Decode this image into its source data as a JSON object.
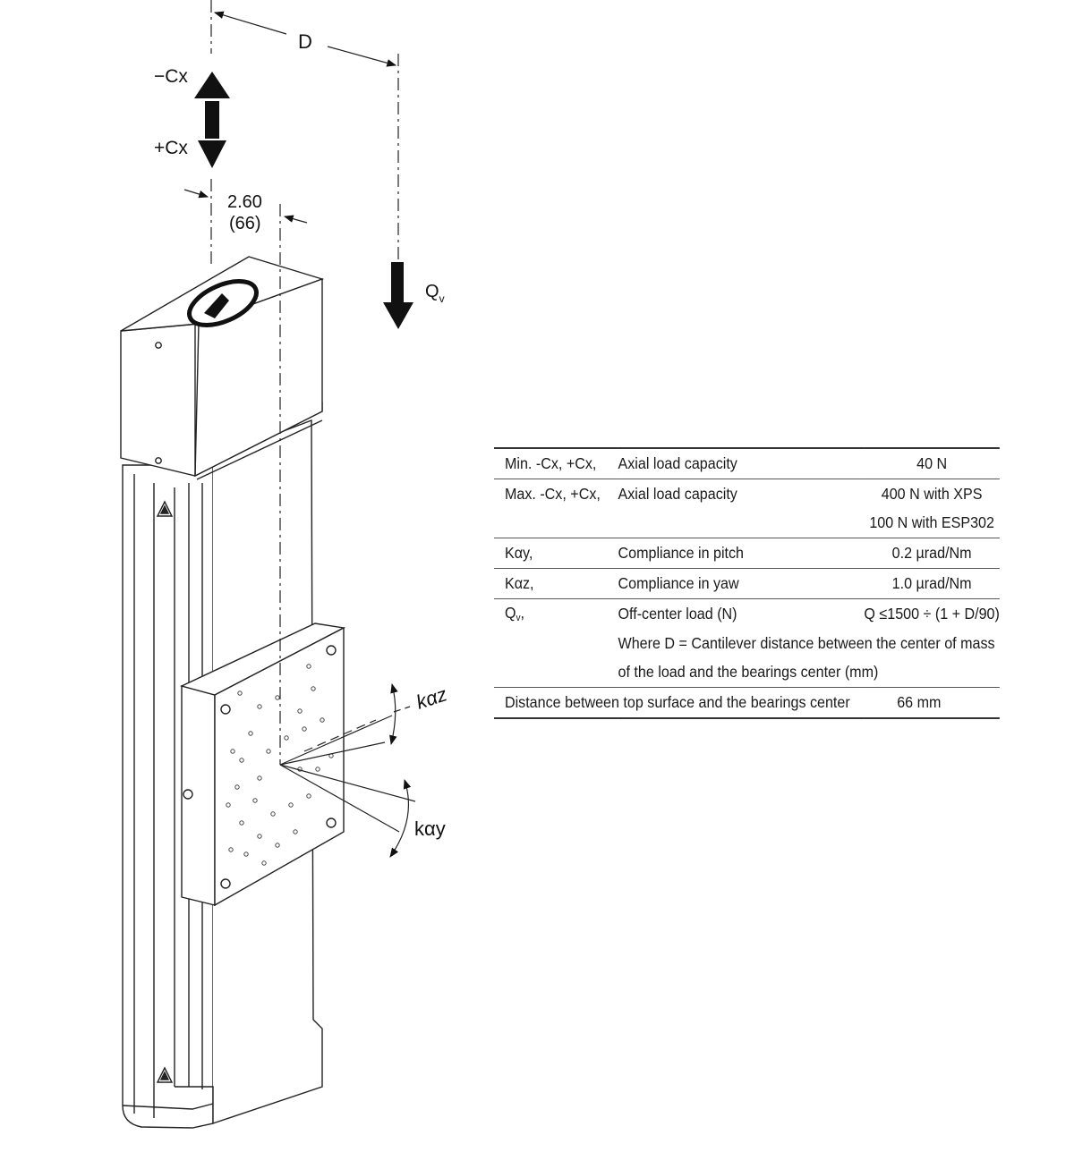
{
  "diagram": {
    "dim_d": "D",
    "minus_cx": "−Cx",
    "plus_cx": "+Cx",
    "dim_in": "2.60",
    "dim_mm": "(66)",
    "qv_main": "Q",
    "qv_sub": "v",
    "kaz": "kαz",
    "kay": "kαy"
  },
  "spec_table": {
    "rows": [
      {
        "symbol": "Min. -Cx, +Cx,",
        "description": "Axial load capacity",
        "value": "40 N"
      },
      {
        "symbol": "Max. -Cx, +Cx,",
        "description": "Axial load capacity",
        "value": "400 N with XPS"
      },
      {
        "symbol": "",
        "description": "",
        "value": "100 N with ESP302"
      },
      {
        "symbol": "Kαy,",
        "description": "Compliance in pitch",
        "value": "0.2 µrad/Nm"
      },
      {
        "symbol": "Kαz,",
        "description": "Compliance in yaw",
        "value": "1.0 µrad/Nm"
      },
      {
        "symbol_main": "Q",
        "symbol_sub": "v",
        "symbol_suffix": ",",
        "description": "Off-center load (N)",
        "value": "Q ≤1500 ÷ (1 + D/90)"
      },
      {
        "note": "Where D = Cantilever distance between the center of mass"
      },
      {
        "note": "of the load and the bearings center (mm)"
      },
      {
        "description": "Distance between top surface and the bearings center",
        "value": "66 mm"
      }
    ]
  }
}
